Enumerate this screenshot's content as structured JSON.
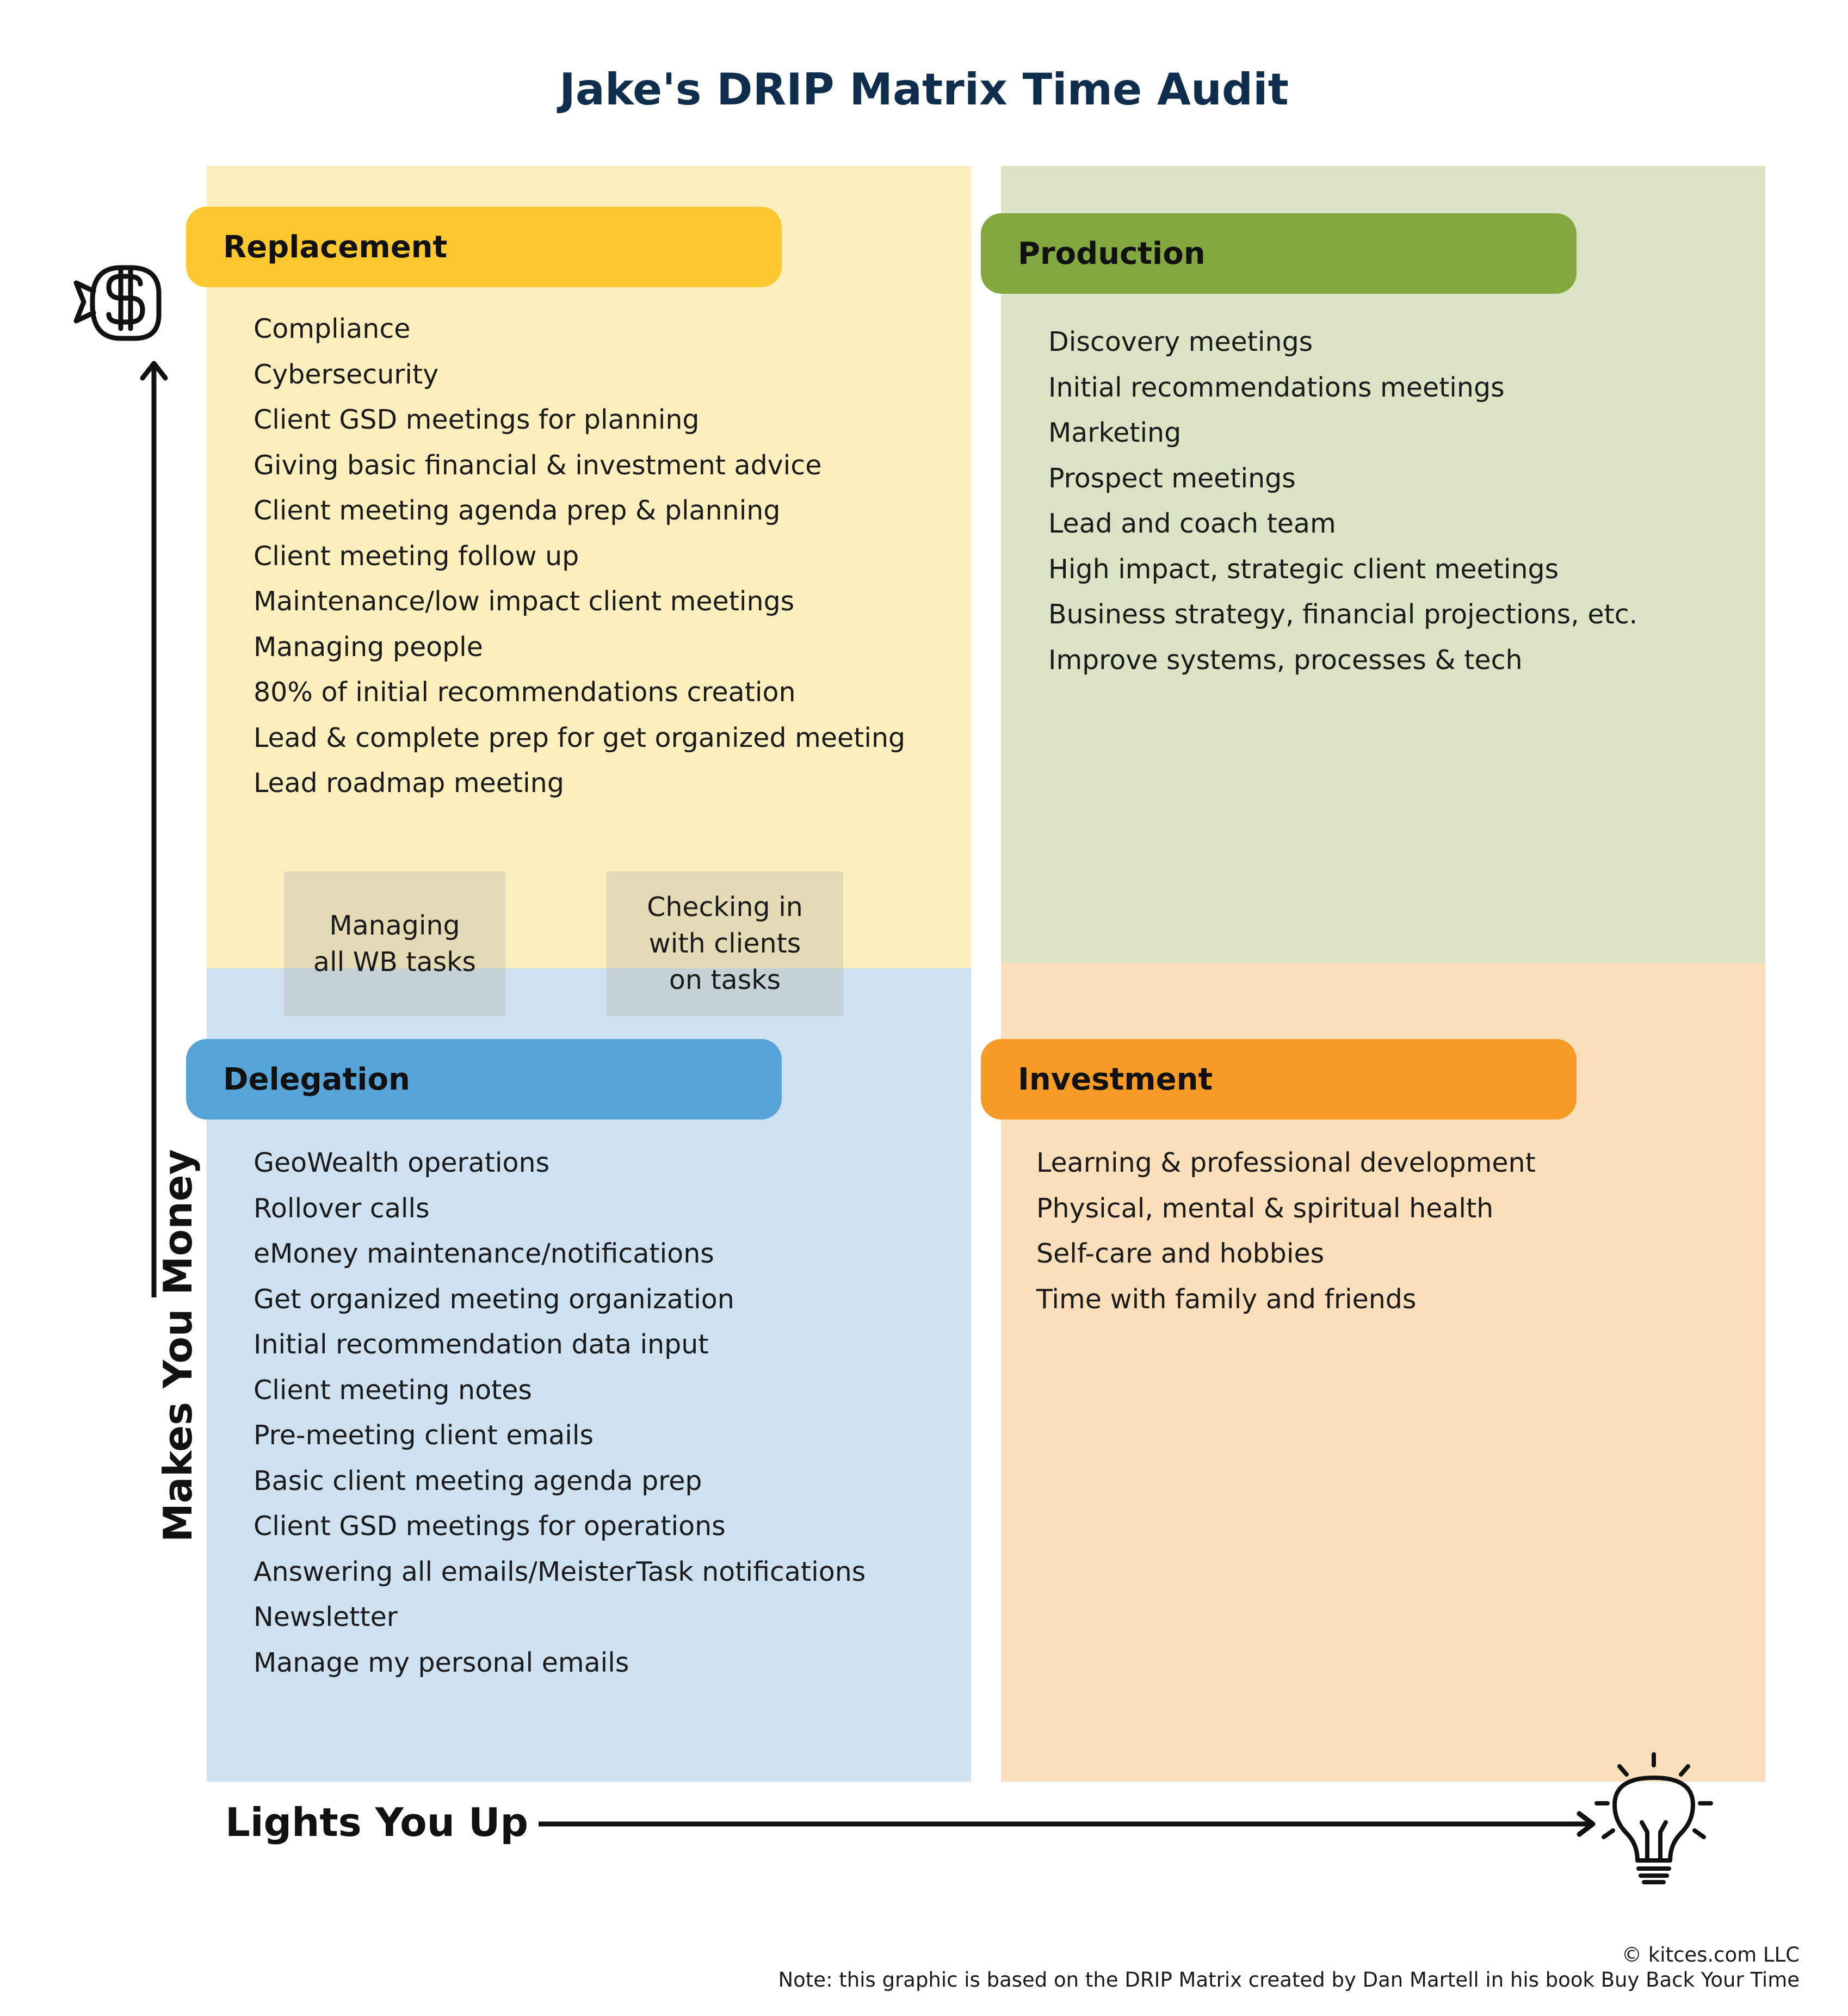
{
  "title": "Jake's DRIP Matrix Time Audit",
  "axes": {
    "y_label": "Makes You Money",
    "x_label": "Lights You Up",
    "y_icon": "money-bag-icon",
    "x_icon": "light-bulb-icon"
  },
  "colors": {
    "replacement_bg": "#fdeebe",
    "replacement_pill": "#fdc82f",
    "production_bg": "#dbe3c5",
    "production_pill": "#84a840",
    "delegation_bg": "#cde1f0",
    "delegation_pill": "#57a4d8",
    "investment_bg": "#fbdfba",
    "investment_pill": "#f79b27",
    "title": "#0f2e4e"
  },
  "quadrants": {
    "replacement": {
      "label": "Replacement",
      "items": [
        "Compliance",
        "Cybersecurity",
        "Client GSD meetings for planning",
        "Giving basic financial & investment advice",
        "Client meeting agenda prep & planning",
        "Client meeting follow up",
        "Maintenance/low impact client meetings",
        "Managing people",
        "80% of initial recommendations creation",
        "Lead & complete prep for get organized meeting",
        "Lead roadmap meeting"
      ]
    },
    "production": {
      "label": "Production",
      "items": [
        "Discovery meetings",
        "Initial recommendations meetings",
        "Marketing",
        "Prospect meetings",
        "Lead and coach team",
        "High impact, strategic client meetings",
        "Business strategy, financial projections, etc.",
        "Improve systems, processes & tech"
      ]
    },
    "delegation": {
      "label": "Delegation",
      "items": [
        "GeoWealth operations",
        "Rollover calls",
        "eMoney maintenance/notifications",
        "Get organized meeting organization",
        "Initial recommendation data input",
        "Client meeting notes",
        "Pre-meeting client emails",
        "Basic client meeting agenda prep",
        "Client GSD meetings for operations",
        "Answering all emails/MeisterTask notifications",
        "Newsletter",
        "Manage my personal emails"
      ]
    },
    "investment": {
      "label": "Investment",
      "items": [
        "Learning & professional development",
        "Physical, mental & spiritual health",
        "Self-care and hobbies",
        "Time with family and friends"
      ]
    }
  },
  "overlap_notes": {
    "wb_tasks": "Managing all WB tasks",
    "checking_in": "Checking in with clients on tasks"
  },
  "footer": {
    "copyright": "© kitces.com LLC",
    "note": "Note: this graphic is based on the DRIP Matrix created by Dan Martell in his book Buy Back Your Time"
  }
}
